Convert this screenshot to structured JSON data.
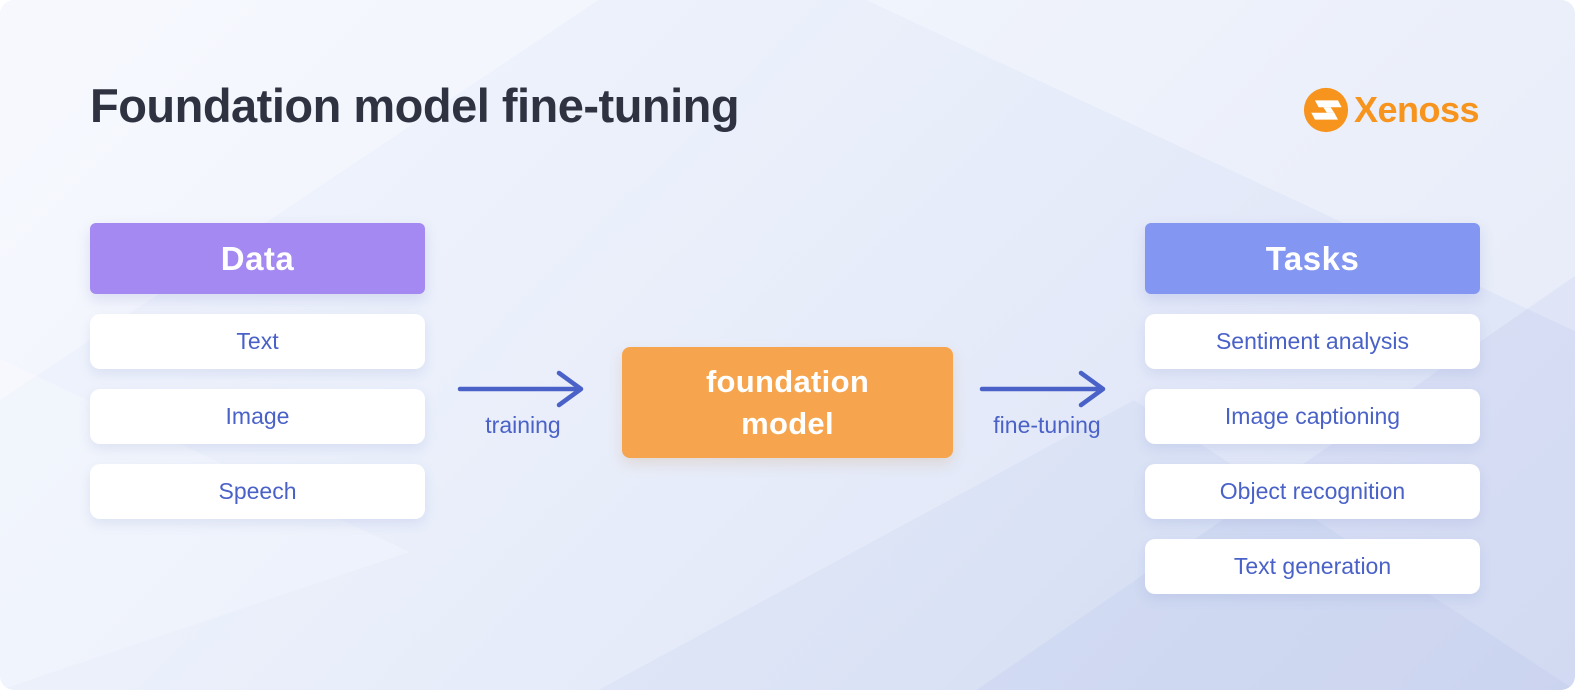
{
  "title": "Foundation model fine-tuning",
  "logo": {
    "name": "Xenoss",
    "brand_color": "#F7941D"
  },
  "data_column": {
    "header": "Data",
    "header_color": "#A489F2",
    "items": [
      "Text",
      "Image",
      "Speech"
    ]
  },
  "center_node": {
    "label": "foundation model",
    "color": "#F6A54E"
  },
  "tasks_column": {
    "header": "Tasks",
    "header_color": "#8296F2",
    "items": [
      "Sentiment analysis",
      "Image captioning",
      "Object recognition",
      "Text generation"
    ]
  },
  "arrows": {
    "training_label": "training",
    "finetuning_label": "fine-tuning",
    "color": "#4A62C8"
  }
}
